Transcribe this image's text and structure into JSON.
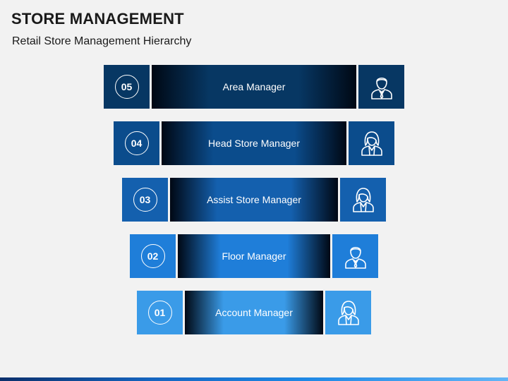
{
  "header": {
    "title": "STORE MANAGEMENT",
    "subtitle": "Retail Store Management Hierarchy"
  },
  "tiers": [
    {
      "number": "05",
      "label": "Area Manager",
      "icon": "male-manager-icon",
      "color": "#073763"
    },
    {
      "number": "04",
      "label": "Head Store Manager",
      "icon": "female-manager-icon",
      "color": "#0b4c8c"
    },
    {
      "number": "03",
      "label": "Assist Store Manager",
      "icon": "female-manager-icon",
      "color": "#1460ae"
    },
    {
      "number": "02",
      "label": "Floor Manager",
      "icon": "male-manager-icon",
      "color": "#1f7ed9"
    },
    {
      "number": "01",
      "label": "Account Manager",
      "icon": "female-manager-icon",
      "color": "#3a9be8"
    }
  ]
}
